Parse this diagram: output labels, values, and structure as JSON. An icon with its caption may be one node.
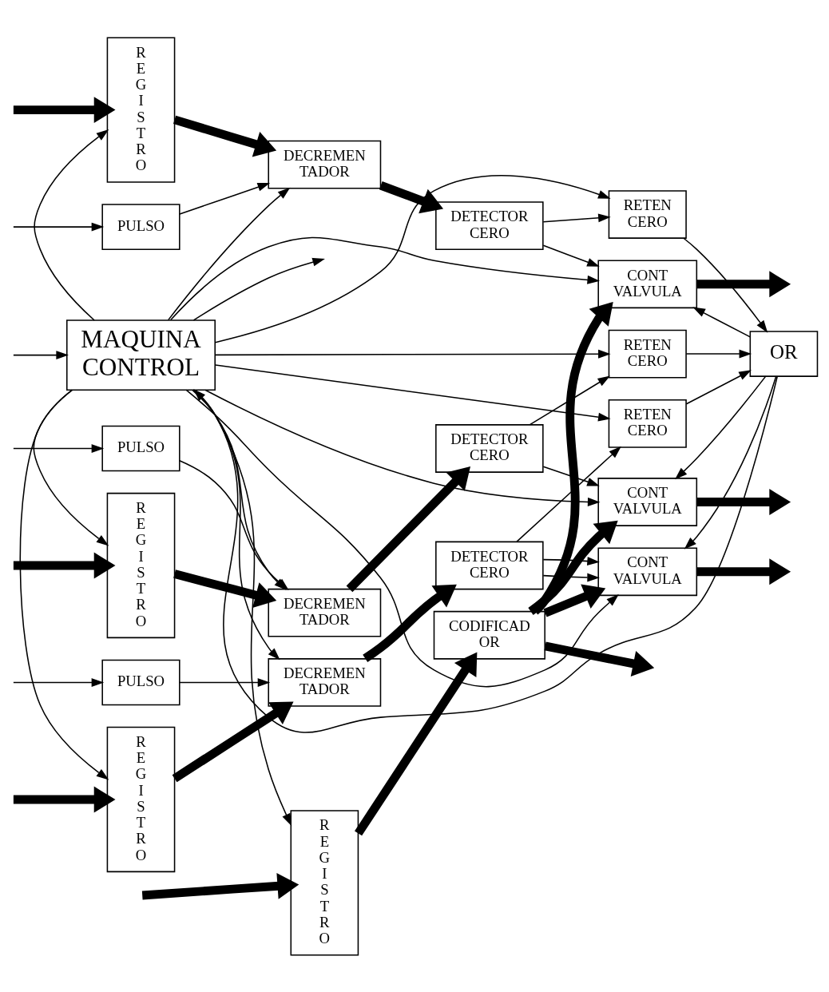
{
  "diagram": {
    "nodes": [
      {
        "text": [
          "REGISTRO"
        ]
      },
      {
        "text": [
          "REGISTRO"
        ]
      },
      {
        "text": [
          "REGISTRO"
        ]
      },
      {
        "text": [
          "REGISTRO"
        ]
      },
      {
        "text": [
          "PULSO"
        ]
      },
      {
        "text": [
          "PULSO"
        ]
      },
      {
        "text": [
          "PULSO"
        ]
      },
      {
        "text": [
          "DECREMEN TADOR"
        ]
      },
      {
        "text": [
          "DECREMEN TADOR"
        ]
      },
      {
        "text": [
          "DECREMEN TADOR"
        ]
      },
      {
        "text": [
          "CODIFICAD OR"
        ]
      },
      {
        "text": [
          "DETECTOR CERO"
        ]
      },
      {
        "text": [
          "DETECTOR CERO"
        ]
      },
      {
        "text": [
          "DETECTOR CERO"
        ]
      },
      {
        "text": [
          "RETEN CERO"
        ]
      },
      {
        "text": [
          "RETEN CERO"
        ]
      },
      {
        "text": [
          "RETEN CERO"
        ]
      },
      {
        "text": [
          "OR"
        ]
      },
      {
        "text": [
          "CONT VALVULA"
        ]
      },
      {
        "text": [
          "CONT VALVULA"
        ]
      },
      {
        "text": [
          "CONT VALVULA"
        ]
      },
      {
        "text": [
          "MAQUINA CONTROL"
        ]
      }
    ],
    "edges": [
      {
        "from": null,
        "to": 0,
        "arrow": "to",
        "style": "thick"
      },
      {
        "from": null,
        "to": 1,
        "arrow": "to",
        "style": "thick"
      },
      {
        "from": null,
        "to": 2,
        "arrow": "to",
        "style": "thick"
      },
      {
        "from": null,
        "to": 3,
        "arrow": "to",
        "style": "thick"
      },
      {
        "from": null,
        "to": 4,
        "arrow": "to"
      },
      {
        "from": null,
        "to": 5,
        "arrow": "to"
      },
      {
        "from": null,
        "to": 6,
        "arrow": "to"
      },
      {
        "from": 4,
        "to": 7,
        "arrow": "to"
      },
      {
        "from": 5,
        "to": 8,
        "arrow": "to"
      },
      {
        "from": 6,
        "to": 9,
        "arrow": "to"
      },
      {
        "from": 0,
        "to": 7,
        "arrow": "to",
        "style": "thick"
      },
      {
        "from": 1,
        "to": 8,
        "arrow": "to",
        "style": "thick"
      },
      {
        "from": 2,
        "to": 9,
        "arrow": "to",
        "style": "thick"
      },
      {
        "from": 3,
        "to": 10,
        "arrow": "to",
        "style": "thick"
      },
      {
        "from": 7,
        "to": 11,
        "arrow": "to",
        "style": "thick"
      },
      {
        "from": 8,
        "to": 12,
        "arrow": "to",
        "style": "thick"
      },
      {
        "from": 9,
        "to": 13,
        "arrow": "to",
        "style": "thick"
      },
      {
        "from": 11,
        "to": 14,
        "arrow": "to"
      },
      {
        "from": 12,
        "to": 15,
        "arrow": "to"
      },
      {
        "from": 13,
        "to": 16,
        "arrow": "to"
      },
      {
        "from": 14,
        "to": 17,
        "arrow": "to"
      },
      {
        "from": 15,
        "to": 17,
        "arrow": "to"
      },
      {
        "from": 16,
        "to": 17,
        "arrow": "to"
      },
      {
        "from": 11,
        "to": 18,
        "arrow": "to"
      },
      {
        "from": 12,
        "to": 19,
        "arrow": "to"
      },
      {
        "from": 13,
        "to": 20,
        "arrow": "to"
      },
      {
        "from": 13,
        "to": 20,
        "arrow": "to"
      },
      {
        "from": 21,
        "to": 7,
        "arrow": "to"
      },
      {
        "from": 21,
        "to": 8,
        "arrow": "to"
      },
      {
        "from": 21,
        "to": 9,
        "arrow": "to"
      },
      {
        "from": 21,
        "to": 14,
        "arrow": "to"
      },
      {
        "from": 21,
        "to": 15,
        "arrow": "to"
      },
      {
        "from": 21,
        "to": 16,
        "arrow": "to"
      },
      {
        "from": 21,
        "to": 18,
        "arrow": "to"
      },
      {
        "from": 21,
        "to": 19,
        "arrow": "to"
      },
      {
        "from": 21,
        "to": 20,
        "arrow": "to"
      },
      {
        "from": 21,
        "to": 0,
        "arrow": "to"
      },
      {
        "from": 21,
        "to": 1,
        "arrow": "to"
      },
      {
        "from": 21,
        "to": 2,
        "arrow": "to"
      },
      {
        "from": 21,
        "to": 3,
        "arrow": "to"
      },
      {
        "from": 10,
        "to": null,
        "arrow": "to",
        "style": "thick"
      },
      {
        "from": 10,
        "to": 18,
        "arrow": "to",
        "style": "thick"
      },
      {
        "from": 10,
        "to": 19,
        "arrow": "to",
        "style": "thick"
      },
      {
        "from": 10,
        "to": 20,
        "arrow": "to",
        "style": "thick"
      },
      {
        "from": 17,
        "to": 21,
        "arrow": "to"
      },
      {
        "from": 17,
        "to": 18,
        "arrow": "to"
      },
      {
        "from": 17,
        "to": 19,
        "arrow": "to"
      },
      {
        "from": 17,
        "to": 20,
        "arrow": "to"
      },
      {
        "from": 18,
        "to": null,
        "arrow": "to",
        "style": "thick"
      },
      {
        "from": 19,
        "to": null,
        "arrow": "to",
        "style": "thick"
      },
      {
        "from": 20,
        "to": null,
        "arrow": "to",
        "style": "thick"
      },
      {
        "from": 21,
        "to": null,
        "arrow": "to"
      },
      {
        "from": null,
        "to": 21,
        "arrow": "to"
      }
    ]
  }
}
